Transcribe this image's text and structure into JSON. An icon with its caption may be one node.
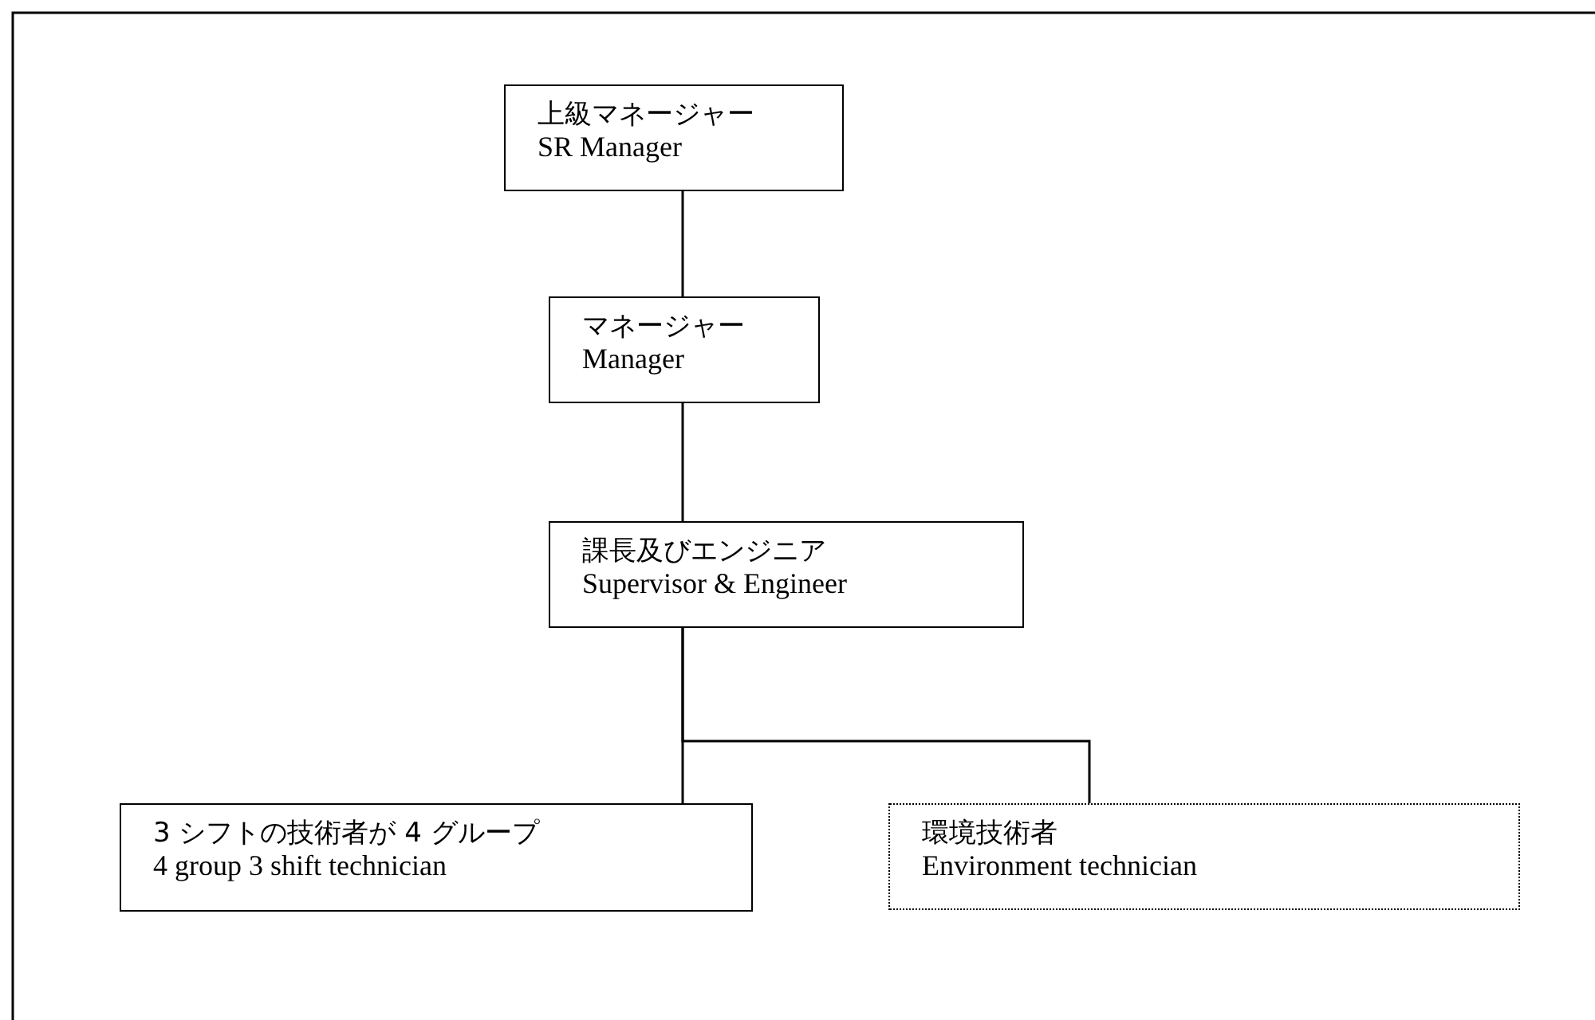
{
  "diagram": {
    "nodes": [
      {
        "text": [
          "上級マネージャー",
          "SR Manager"
        ]
      },
      {
        "text": [
          "マネージャー",
          "Manager"
        ]
      },
      {
        "text": [
          "課長及びエンジニア",
          "Supervisor & Engineer"
        ]
      },
      {
        "text": [
          "3 シフトの技術者が 4 グループ",
          "4 group 3 shift technician"
        ]
      },
      {
        "text": [
          "環境技術者",
          "Environment technician"
        ]
      }
    ],
    "edges": [
      {
        "from": 0,
        "to": 1,
        "arrow": "none"
      },
      {
        "from": 1,
        "to": 2,
        "arrow": "none"
      },
      {
        "from": 2,
        "to": 3,
        "arrow": "none"
      },
      {
        "from": 2,
        "to": 4,
        "arrow": "none"
      }
    ]
  }
}
